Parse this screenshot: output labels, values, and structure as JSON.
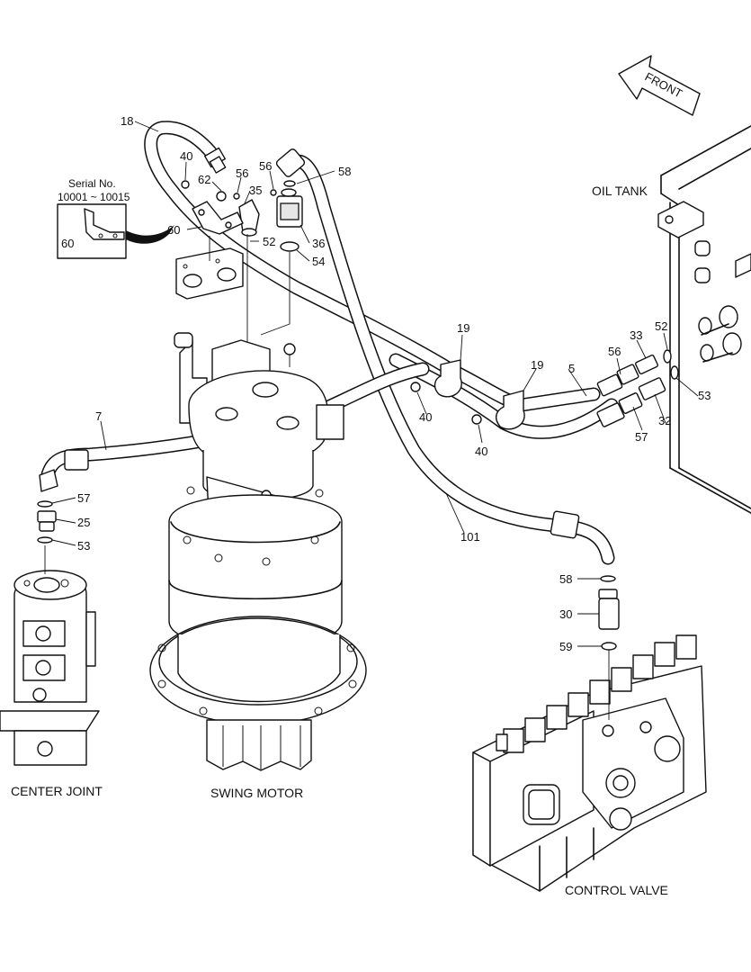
{
  "direction_label": "FRONT",
  "assemblies": {
    "oil_tank": "OIL TANK",
    "center_joint": "CENTER JOINT",
    "swing_motor": "SWING MOTOR",
    "control_valve": "CONTROL VALVE"
  },
  "serial_note": {
    "title": "Serial No.",
    "range": "10001 ~ 10015",
    "part": "60"
  },
  "part_numbers": {
    "p18": "18",
    "p40a": "40",
    "p62": "62",
    "p56a": "56",
    "p35": "35",
    "p60": "60",
    "p52a": "52",
    "p56b": "56",
    "p58a": "58",
    "p36": "36",
    "p54": "54",
    "p19a": "19",
    "p19b": "19",
    "p5": "5",
    "p33": "33",
    "p52b": "52",
    "p56c": "56",
    "p53a": "53",
    "p32": "32",
    "p57a": "57",
    "p40b": "40",
    "p40c": "40",
    "p7": "7",
    "p57b": "57",
    "p25": "25",
    "p53b": "53",
    "p101": "101",
    "p58b": "58",
    "p30": "30",
    "p59": "59"
  }
}
